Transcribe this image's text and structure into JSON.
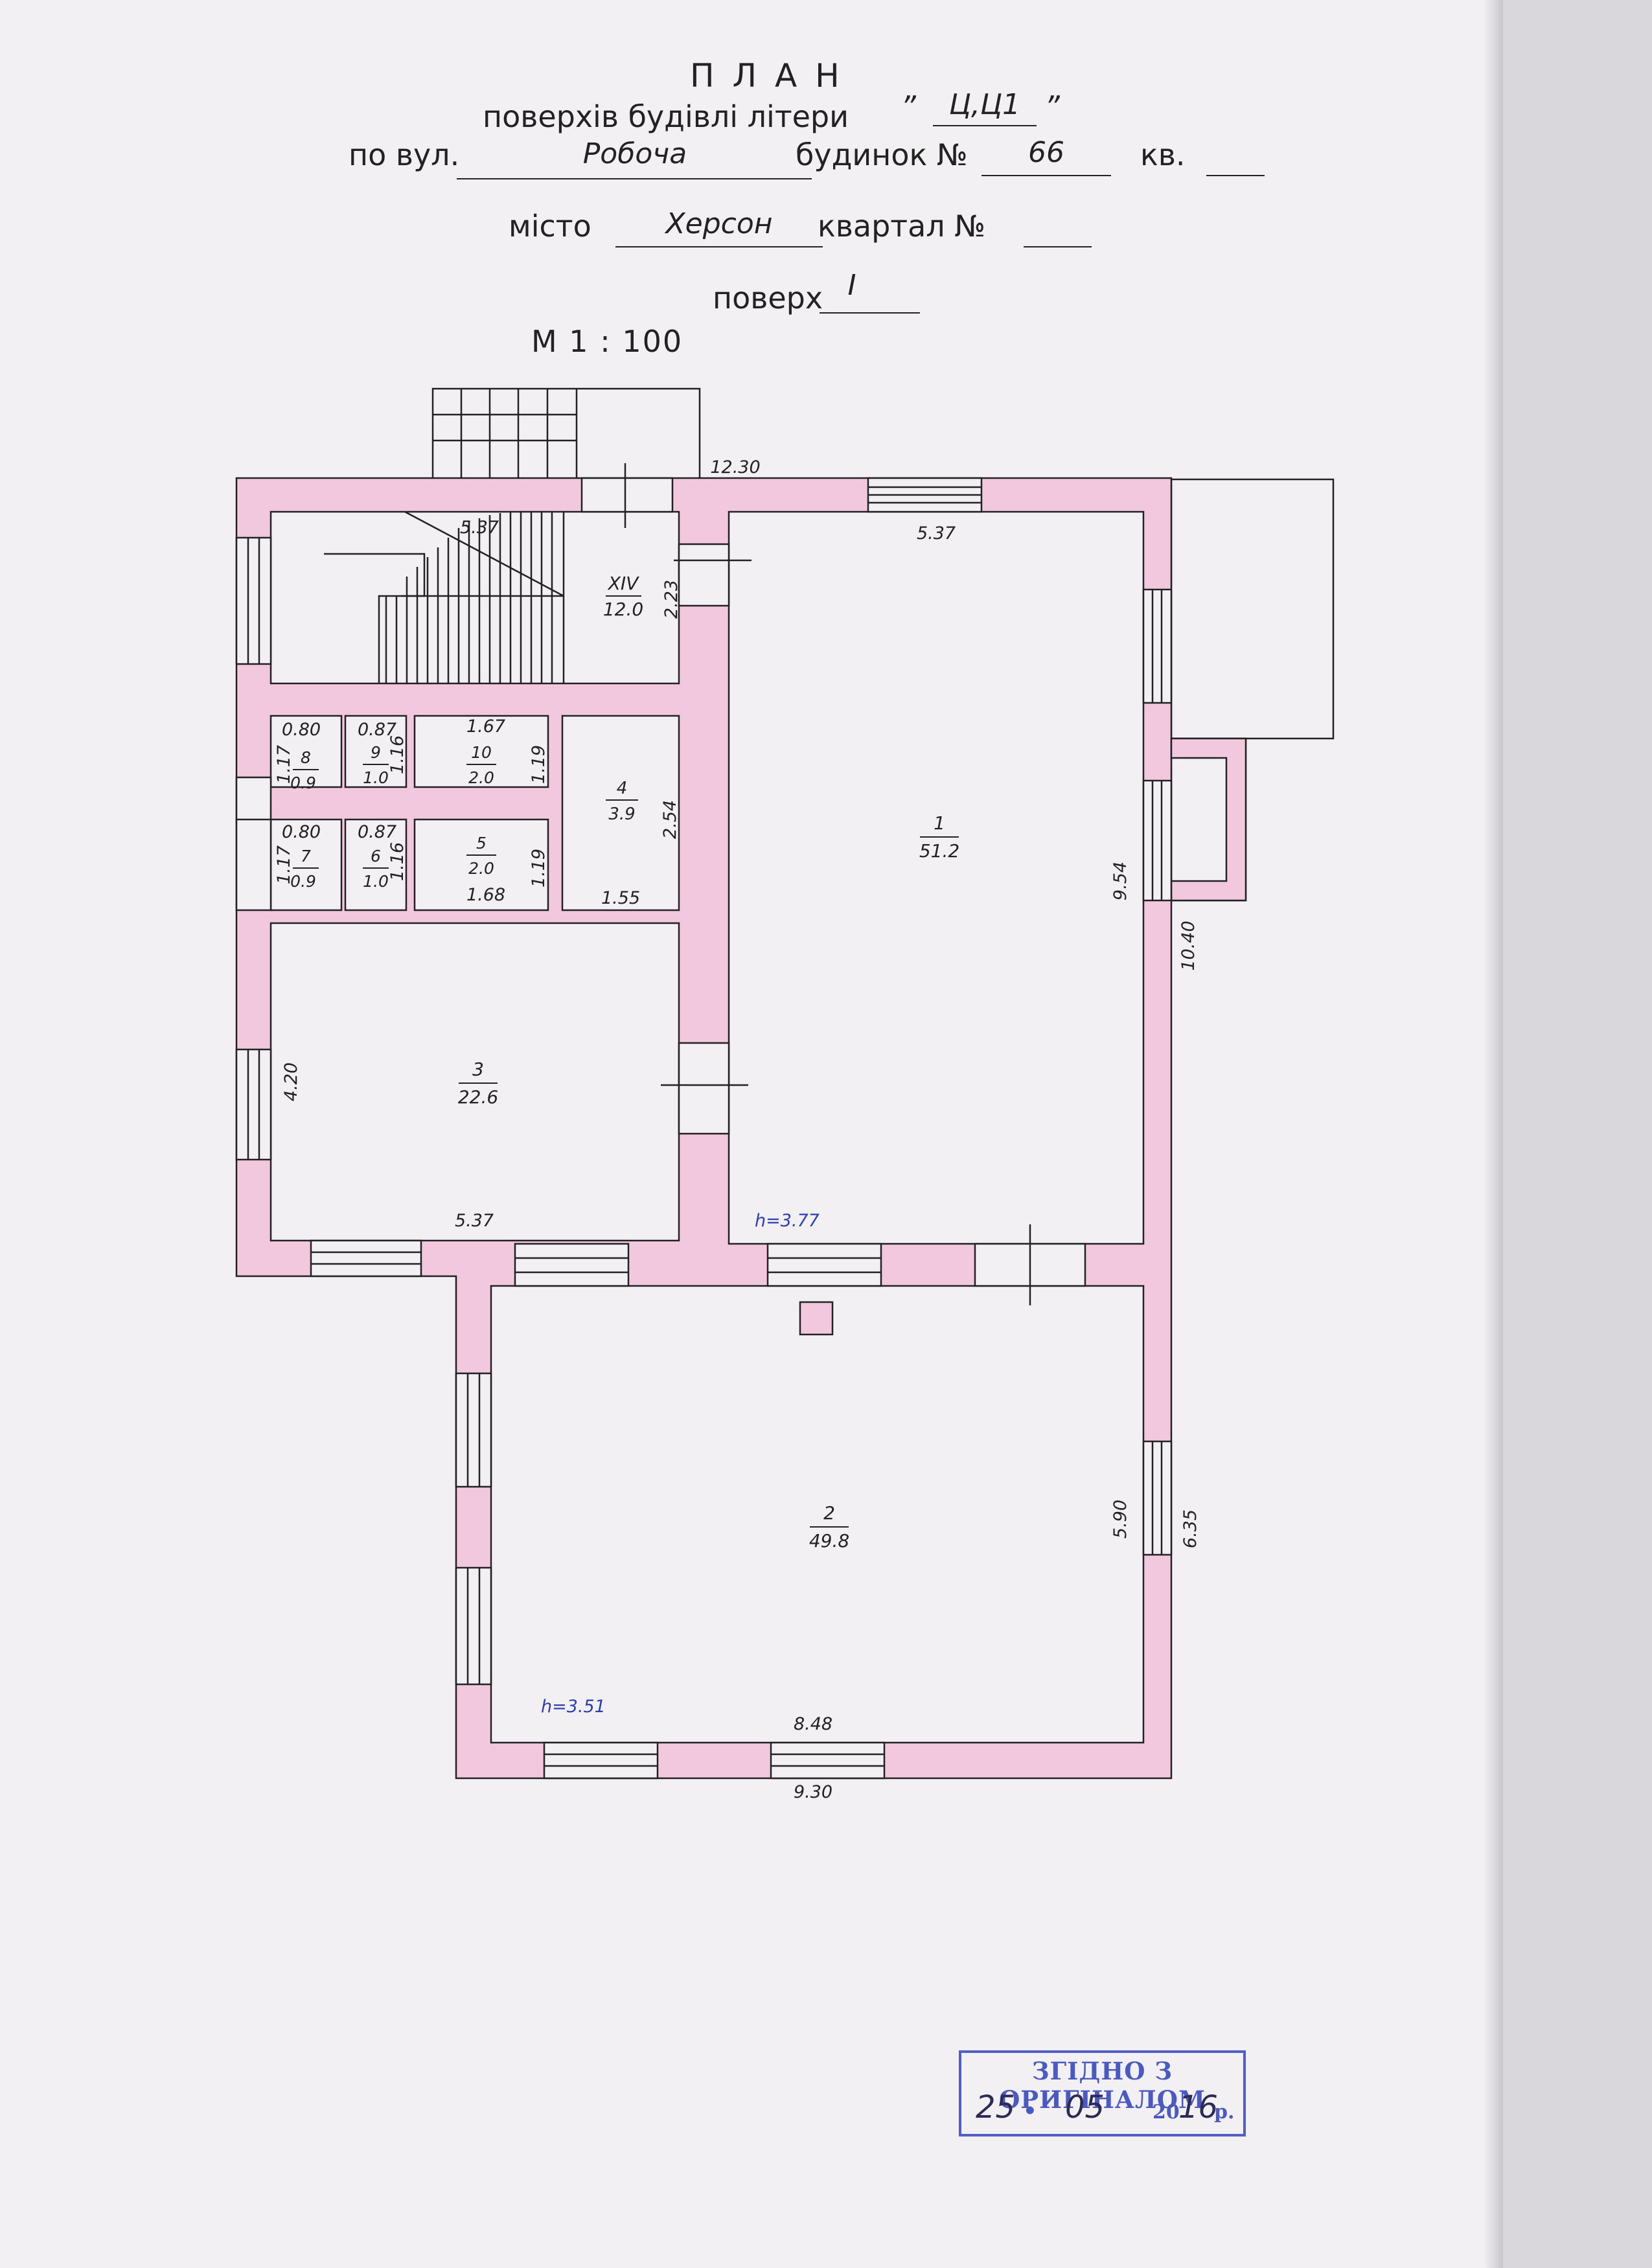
{
  "header": {
    "title": "П Л А Н",
    "subtitle_prefix": "поверхів будівлі літери",
    "letter_open_quote": "”",
    "letter": "Ц,Ц1",
    "letter_close_quote": "”",
    "street_prefix": "по вул.",
    "street": "Робоча",
    "house_label": "будинок №",
    "house_number": "66",
    "apt_label": "кв.",
    "city_label": "місто",
    "city": "Херсон",
    "block_label": "квартал №",
    "floor_label": "поверх",
    "floor": "I",
    "scale": "М 1 : 100"
  },
  "rooms": [
    {
      "number": "XIV",
      "area": "12.0"
    },
    {
      "number": "1",
      "area": "51.2"
    },
    {
      "number": "2",
      "area": "49.8"
    },
    {
      "number": "3",
      "area": "22.6"
    },
    {
      "number": "4",
      "area": "3.9"
    },
    {
      "number": "5",
      "area": "2.0"
    },
    {
      "number": "6",
      "area": "1.0"
    },
    {
      "number": "7",
      "area": "0.9"
    },
    {
      "number": "8",
      "area": "0.9"
    },
    {
      "number": "9",
      "area": "1.0"
    },
    {
      "number": "10",
      "area": "2.0"
    }
  ],
  "dimensions": {
    "overall_top": "12.30",
    "stair_width": "5.37",
    "room1_width": "5.37",
    "stair_depth": "2.23",
    "room8_w": "0.80",
    "room8_d": "1.17",
    "room9_w": "0.87",
    "room9_d": "1.16",
    "room10_w": "1.67",
    "room10_d": "1.19",
    "room4_d": "2.54",
    "room7_w": "0.80",
    "room7_d": "1.17",
    "room6_w": "0.87",
    "room6_d": "1.16",
    "room5_w": "1.68",
    "room5_d": "1.19",
    "room4_w": "1.55",
    "room1_depth": "9.54",
    "right_overall": "10.40",
    "room3_depth": "4.20",
    "room3_width": "5.37",
    "room2_depth": "5.90",
    "room2_outer": "6.35",
    "room2_width": "8.48",
    "room2_outer_w": "9.30"
  },
  "heights": {
    "block1": "h=3.77",
    "block2": "h=3.51"
  },
  "stamp": {
    "title": "ЗГІДНО З ОРИГІНАЛОМ",
    "day": "25",
    "month": "05",
    "year_prefix": "20",
    "year_suffix": "16",
    "year_end": "р."
  },
  "colors": {
    "wall_fill": "#f2c8df",
    "line": "#222222",
    "height_text": "#2a3fb0",
    "stamp": "#4f5fc6"
  }
}
